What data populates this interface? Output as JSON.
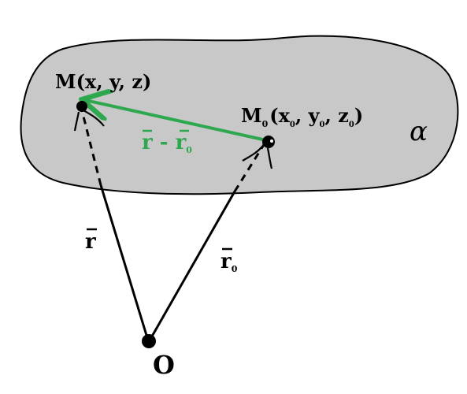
{
  "colors": {
    "plane_fill": "#c8c8c8",
    "outline": "#000000",
    "vector_green": "#2ea84f"
  },
  "plane": {
    "label": "α"
  },
  "points": {
    "M": {
      "name": "M",
      "coords": "(x, y, z)"
    },
    "M0": {
      "name": "M",
      "subscript": "0",
      "open": "(x",
      "x_sub": "0",
      "y_part": ", y",
      "y_sub": "0",
      "z_part": ", z",
      "z_sub": "0",
      "close": ")"
    },
    "O": {
      "name": "O"
    }
  },
  "vectors": {
    "r": {
      "label": "r"
    },
    "r0": {
      "label": "r",
      "subscript": "0"
    },
    "diff": {
      "label": "r - r",
      "subscript": "0"
    }
  }
}
